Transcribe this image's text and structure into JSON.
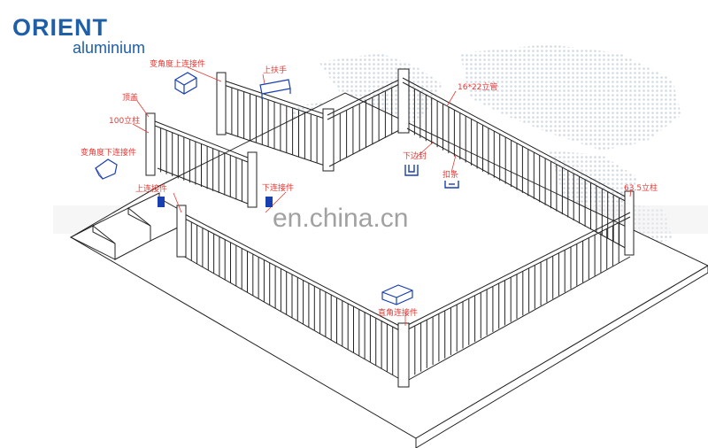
{
  "brand": {
    "main": "ORIENT",
    "sub": "aluminium",
    "color": "#1f5fa8"
  },
  "watermark": "en.china.cn",
  "labels": {
    "var_upper_connector": "变角度上连接件",
    "handrail_top": "上扶手",
    "cap": "顶盖",
    "post_100": "100立柱",
    "tube_16x22": "16*22立管",
    "var_lower_connector": "变角度下连接件",
    "bottom_rail": "下边封",
    "clip_strip": "扣条",
    "upper_connector": "上连接件",
    "lower_connector": "下连接件",
    "post_63": "63.5立柱",
    "right_angle_connector": "直角连接件"
  },
  "colors": {
    "label": "#e53935",
    "part_icon": "#1a3fb0",
    "line": "#222222",
    "map_dots": "#c9d3de"
  }
}
